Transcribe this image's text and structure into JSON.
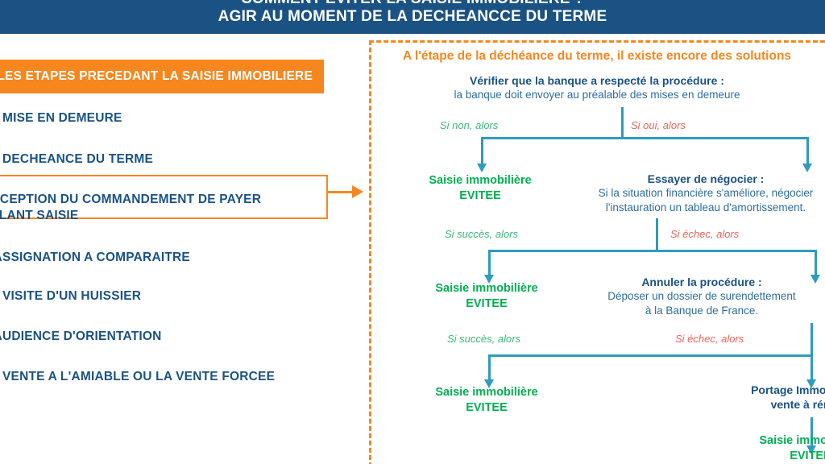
{
  "header": {
    "line1": "COMMENT EVITER LA SAISIE IMMOBILIERE ?",
    "line2": "AGIR AU MOMENT DE LA DECHEANCCE DU TERME",
    "bg_color": "#1A5284",
    "text_color": "#FFFFFF"
  },
  "sidebar": {
    "title": "LES ETAPES PRECEDANT LA SAISIE IMMOBILIERE",
    "title_bg": "#F6871F",
    "text_color": "#1A5284",
    "highlight_color": "#F6871F",
    "items": [
      {
        "label": "LA MISE EN DEMEURE",
        "highlighted": false
      },
      {
        "label": "LA DECHEANCE DU TERME",
        "highlighted": true
      },
      {
        "label": "RECEPTION DU COMMANDEMENT DE PAYER",
        "label2": "VALANT SAISIE",
        "highlighted": false
      },
      {
        "label": "L'ASSIGNATION A COMPARAITRE",
        "highlighted": false
      },
      {
        "label": "LA VISITE D'UN HUISSIER",
        "highlighted": false
      },
      {
        "label": "L'AUDIENCE D'ORIENTATION",
        "highlighted": false
      },
      {
        "label": "LA VENTE A L'AMIABLE OU LA VENTE FORCEE",
        "highlighted": false
      }
    ]
  },
  "panel": {
    "title": "A l'étape de la déchéance du terme, il existe encore des solutions",
    "title_color": "#F6871F",
    "border_color": "#F6871F",
    "connector_color": "#2E9BC0",
    "success_color": "#00B050",
    "cond_yes_color": "#3CB878",
    "cond_no_color": "#F0625A",
    "nodes": {
      "root_head": "Vérifier que la banque a  respecté la procédure :",
      "root_body": "la banque doit envoyer au préalable des mises en demeure",
      "cond_1_left": "Si non, alors",
      "cond_1_right": "Si oui, alors",
      "result_1_line1": "Saisie immobilière",
      "result_1_line2": "EVITEE",
      "negociate_head": "Essayer de négocier :",
      "negociate_body_1": "Si la situation financière s'améliore, négocier",
      "negociate_body_2": "l'instauration un tableau d'amortissement.",
      "cond_2_left": "Si succès, alors",
      "cond_2_right": "Si échec, alors",
      "result_2_line1": "Saisie immobilière",
      "result_2_line2": "EVITEE",
      "annuler_head": "Annuler la procédure :",
      "annuler_body_1": "Déposer un dossier de surendettement",
      "annuler_body_2": "à la Banque de France.",
      "cond_3_left": "Si succès, alors",
      "cond_3_right": "Si échec, alors",
      "result_3_line1": "Saisie immobilière",
      "result_3_line2": "EVITEE",
      "portage_line1": "Portage Immobilier ou",
      "portage_line2": "vente à réméré",
      "result_4_line1": "Saisie immobilière",
      "result_4_line2": "EVITEE"
    }
  }
}
